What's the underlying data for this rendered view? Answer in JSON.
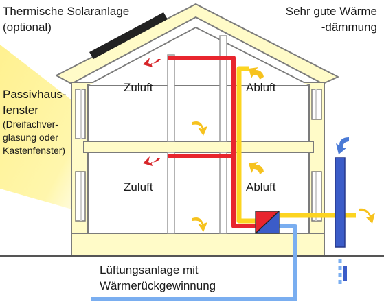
{
  "labels": {
    "solar_1": "Thermische Solaranlage",
    "solar_2": "(optional)",
    "insul_1": "Sehr gute Wärme",
    "insul_2": "-dämmung",
    "window_1": "Passivhaus-",
    "window_2": "fenster",
    "window_3": "(Dreifachver-",
    "window_4": "glasung oder",
    "window_5": "Kastenfenster)",
    "supply_upper": "Zuluft",
    "exhaust_upper": "Abluft",
    "supply_lower": "Zuluft",
    "exhaust_lower": "Abluft",
    "vent_1": "Lüftungsanlage mit",
    "vent_2": "Wärmerückgewinnung"
  },
  "colors": {
    "sun": "#fff6a0",
    "wall": "#fffbc8",
    "outline": "#7b7b7b",
    "supply_duct": "#e8252e",
    "exhaust_duct": "#fcd421",
    "fresh_air_duct": "#7aaef0",
    "chimney": "#3b5cc8",
    "arrow_red": "#d7262a",
    "arrow_yellow": "#f6c21e",
    "arrow_blue": "#4a7ad6",
    "solar_panel": "#222222"
  },
  "icons": [
    "sun-rays",
    "solar-panel",
    "heat-exchanger",
    "airflow-arrow"
  ]
}
